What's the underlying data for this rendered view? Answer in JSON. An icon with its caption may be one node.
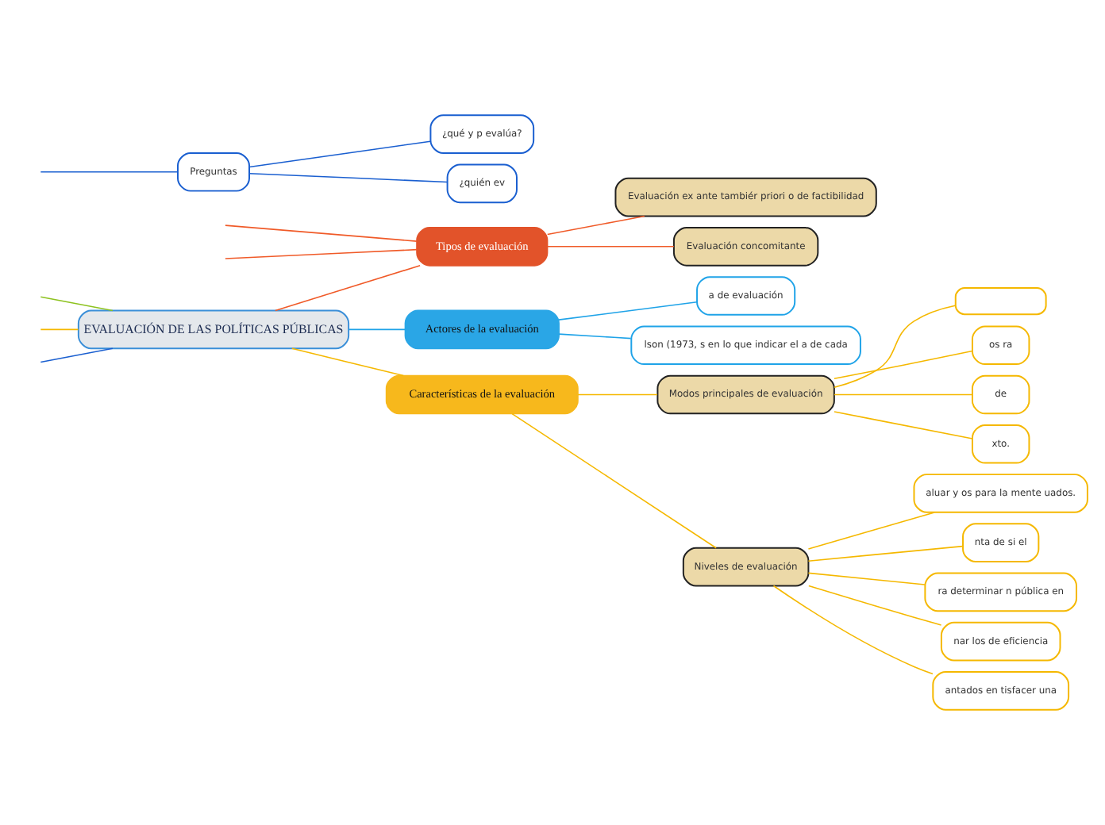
{
  "diagram": {
    "nodes": [
      {
        "text": [
          "EVALUACIÓN DE LAS POLÍTICAS PÚBLICAS"
        ]
      },
      {
        "text": [
          "Actores de la evaluación"
        ]
      },
      {
        "text": [
          "a de evaluación"
        ]
      },
      {
        "text": [
          "lson (1973, s en lo que indicar el a de cada"
        ]
      },
      {
        "text": [
          "Preguntas"
        ]
      },
      {
        "text": [
          "¿qué y p evalúa?"
        ]
      },
      {
        "text": [
          "¿quién ev"
        ]
      },
      {
        "text": [
          "Tipos de evaluación"
        ]
      },
      {
        "text": [
          "Evaluación ex ante tambiér priori o de factibilidad"
        ]
      },
      {
        "text": [
          "Evaluación concomitante"
        ]
      },
      {
        "text": [
          "Características de la evaluación"
        ]
      },
      {
        "text": [
          "Modos principales de evaluación"
        ]
      },
      {
        "text": [],
        "shape": "box"
      },
      {
        "text": [
          "os ra"
        ]
      },
      {
        "text": [
          "de"
        ]
      },
      {
        "text": [
          "xto."
        ]
      },
      {
        "text": [
          "Niveles de evaluación"
        ]
      },
      {
        "text": [
          "aluar y os para la mente uados."
        ]
      },
      {
        "text": [
          "nta de si el"
        ]
      },
      {
        "text": [
          "ra determinar n pública en"
        ]
      },
      {
        "text": [
          "nar los de eficiencia"
        ]
      },
      {
        "text": [
          "antados en tisfacer una"
        ]
      }
    ],
    "edges": [
      {
        "from": 0,
        "to": 1,
        "arrow": "none",
        "color": "#1fa3e8"
      },
      {
        "from": 1,
        "to": 2,
        "arrow": "none",
        "color": "#1fa3e8"
      },
      {
        "from": 1,
        "to": 3,
        "arrow": "none",
        "color": "#1fa3e8"
      },
      {
        "from": 0,
        "to": null,
        "arrow": "none",
        "color": "#8dc21f"
      },
      {
        "from": 0,
        "to": null,
        "arrow": "none",
        "color": "#1a5fd0"
      },
      {
        "from": 0,
        "to": null,
        "arrow": "none"
      },
      {
        "from": null,
        "to": 4,
        "arrow": "none",
        "color": "#1a5fd0"
      },
      {
        "from": 4,
        "to": 5,
        "arrow": "none",
        "color": "#1a5fd0"
      },
      {
        "from": 4,
        "to": 6,
        "arrow": "none",
        "color": "#1a5fd0"
      },
      {
        "from": 0,
        "to": 7,
        "arrow": "none",
        "color": "#f05a28"
      },
      {
        "from": 7,
        "to": 8,
        "arrow": "none",
        "color": "#f05a28"
      },
      {
        "from": 7,
        "to": 9,
        "arrow": "none",
        "color": "#f05a28"
      },
      {
        "from": 7,
        "to": null,
        "arrow": "none",
        "color": "#f05a28"
      },
      {
        "from": 7,
        "to": null,
        "arrow": "none",
        "color": "#f05a28"
      },
      {
        "from": 0,
        "to": 10,
        "arrow": "none"
      },
      {
        "from": 10,
        "to": 11,
        "arrow": "none"
      },
      {
        "from": 11,
        "to": 12,
        "arrow": "none"
      },
      {
        "from": 11,
        "to": 13,
        "arrow": "none"
      },
      {
        "from": 11,
        "to": 14,
        "arrow": "none"
      },
      {
        "from": 11,
        "to": 15,
        "arrow": "none"
      },
      {
        "from": 10,
        "to": 16,
        "arrow": "none"
      },
      {
        "from": 16,
        "to": 17,
        "arrow": "none"
      },
      {
        "from": 16,
        "to": 18,
        "arrow": "none"
      },
      {
        "from": 16,
        "to": 19,
        "arrow": "none"
      },
      {
        "from": 16,
        "to": 20,
        "arrow": "none"
      },
      {
        "from": 16,
        "to": 21,
        "arrow": "none"
      }
    ]
  }
}
